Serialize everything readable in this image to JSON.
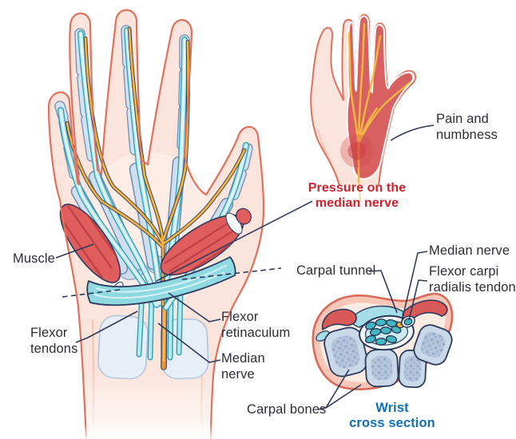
{
  "labels": {
    "muscle": "Muscle",
    "flexor_tendons": "Flexor\ntendons",
    "flexor_retinaculum": "Flexor\nretinaculum",
    "median_nerve": "Median\nnerve",
    "pain_and_numbness": "Pain and\nnumbness",
    "pressure_on_median_nerve": "Pressure on the\nmedian nerve",
    "carpal_tunnel": "Carpal tunnel",
    "median_nerve_cross_section": "Median nerve",
    "flexor_carpi_radialis_tendon": "Flexor carpi\nradialis tendon",
    "carpal_bones": "Carpal bones",
    "wrist_cross_section": "Wrist\ncross section"
  },
  "colors": {
    "label_text": "#2d2d38",
    "red_label": "#c9232d",
    "blue_label": "#1070b8",
    "leader_line": "#2e3a59",
    "skin_outline": "#e1705c",
    "skin_fill": "#fbe4db",
    "bone_fill": "#cfdff0",
    "tendon_teal": "#45b4c2",
    "retinaculum_teal": "#8ed9e2",
    "nerve_yellow": "#f3b340",
    "nerve_orange": "#f0982f",
    "muscle_red": "#df5d5c",
    "pain_region_red": "#d86060"
  }
}
